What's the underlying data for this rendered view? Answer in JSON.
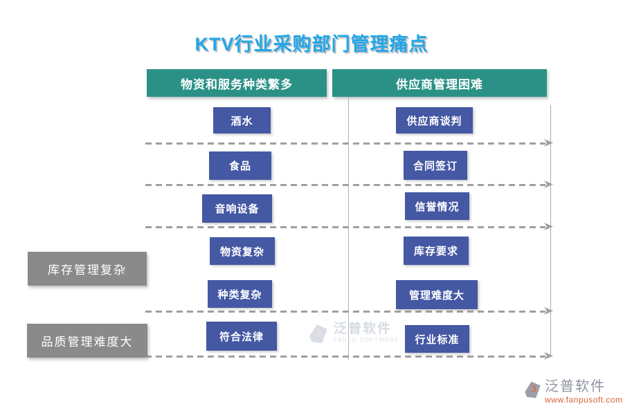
{
  "title": "KTV行业采购部门管理痛点",
  "colors": {
    "title_blue": "#21a7e8",
    "header_teal": "#2b9187",
    "item_blue": "#4458a3",
    "side_gray": "#8a8a8a",
    "arrow_gray": "#9f9f9f",
    "footer_url_orange": "#dc5f3a"
  },
  "columns": [
    {
      "header": "物资和服务种类繁多",
      "items": [
        "酒水",
        "食品",
        "音响设备",
        "物资复杂",
        "种类复杂",
        "符合法律"
      ]
    },
    {
      "header": "供应商管理困难",
      "items": [
        "供应商谈判",
        "合同签订",
        "信誉情况",
        "库存要求",
        "管理难度大",
        "行业标准"
      ]
    }
  ],
  "side_labels": [
    "库存管理复杂",
    "品质管理难度大"
  ],
  "watermark": {
    "brand": "泛普软件",
    "subtitle": "FANPU SOFTWARE"
  },
  "footer": {
    "brand": "泛普软件",
    "url": "www.fanpusoft.com"
  }
}
